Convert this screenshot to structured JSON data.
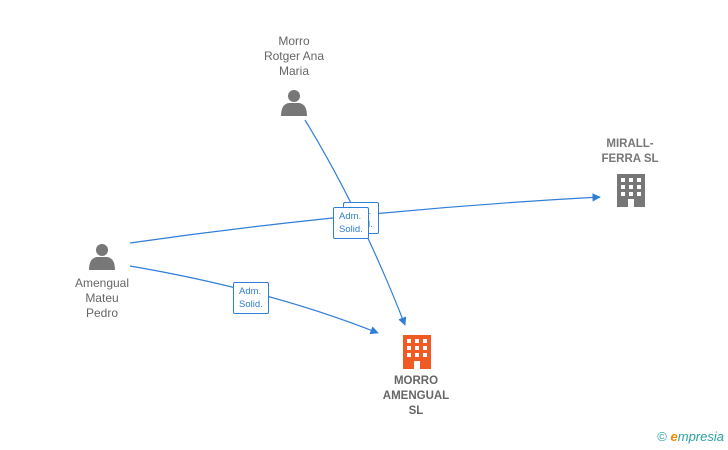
{
  "nodes": {
    "morro_rotger": {
      "label": "Morro\nRotger Ana\nMaria",
      "icon": "person-icon"
    },
    "amengual_mateu": {
      "label": "Amengual\nMateu\nPedro",
      "icon": "person-icon"
    },
    "mirall_ferra": {
      "label": "MIRALL-\nFERRA SL",
      "icon": "building-icon"
    },
    "morro_amengual": {
      "label": "MORRO\nAMENGUAL\nSL",
      "icon": "building-icon"
    }
  },
  "relations": {
    "rel1": "Adm.\nSolid.",
    "rel2": "Adm.\nSolid.",
    "rel3": "Adm.\nSolid."
  },
  "colors": {
    "edge": "#2f7ed8",
    "person": "#777777",
    "company": "#777777",
    "main_company": "#f15a22"
  },
  "watermark": {
    "copyright": "©",
    "brand_first": "e",
    "brand_rest": "mpresia"
  }
}
